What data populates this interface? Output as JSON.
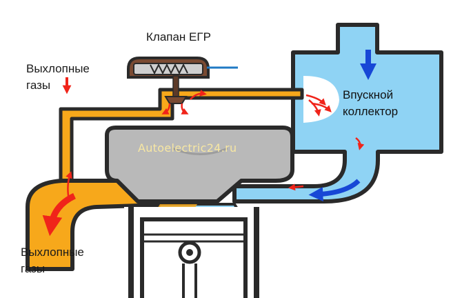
{
  "labels": {
    "valve": "Клапан ЕГР",
    "exhaust_top_line1": "Выхлопные",
    "exhaust_top_line2": "газы",
    "intake_line1": "Впускной",
    "intake_line2": "коллектор",
    "exhaust_bottom_line1": "Выхлопные",
    "exhaust_bottom_line2": "газы"
  },
  "watermark": "Autoelectric24.ru",
  "colors": {
    "exhaust_gas": "#f7a81b",
    "intake_air": "#8fd3f4",
    "flow_arrow_blue": "#1747d6",
    "flow_arrow_red": "#f0241a",
    "valve_body": "#7a4a32",
    "engine_block": "#b9b9b9",
    "outline": "#2a2a2a"
  },
  "icons": [
    "down-arrow-icon",
    "flow-arrow-icon",
    "valve-spring-icon",
    "piston-pin-icon"
  ]
}
